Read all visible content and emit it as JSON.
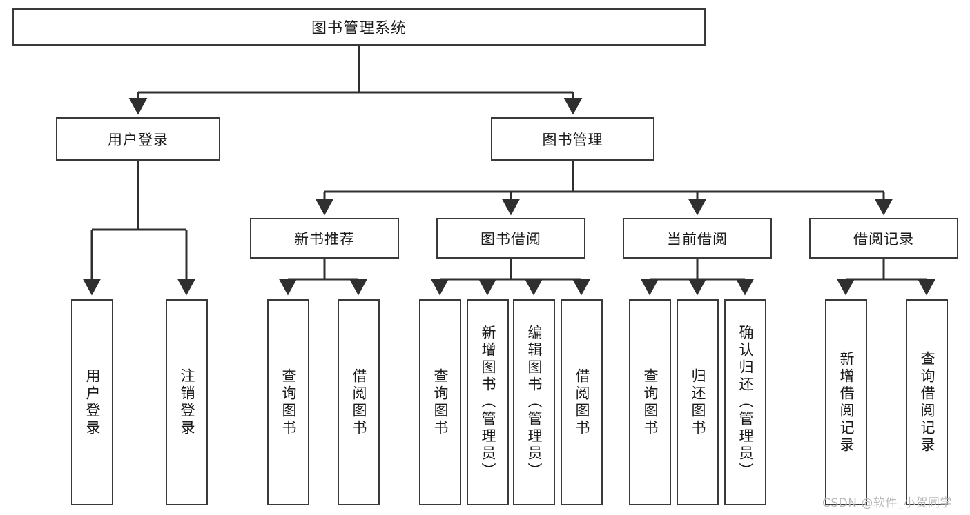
{
  "diagram": {
    "title": "图书管理系统",
    "type": "tree-hierarchy",
    "watermark": "CSDN @软件_小贺同学",
    "accent_color": "#3a3a3a",
    "background_color": "#ffffff",
    "nodes": {
      "root": {
        "label": "图书管理系统"
      },
      "level2": [
        {
          "id": "user-login",
          "label": "用户登录"
        },
        {
          "id": "book-manage",
          "label": "图书管理"
        }
      ],
      "level3": [
        {
          "id": "new-book-rec",
          "label": "新书推荐",
          "parent": "book-manage"
        },
        {
          "id": "book-borrow",
          "label": "图书借阅",
          "parent": "book-manage"
        },
        {
          "id": "current-borrow",
          "label": "当前借阅",
          "parent": "book-manage"
        },
        {
          "id": "borrow-record",
          "label": "借阅记录",
          "parent": "book-manage"
        }
      ],
      "leaves": {
        "user-login": [
          {
            "id": "leaf-user-login",
            "label": "用户登录"
          },
          {
            "id": "leaf-user-logout",
            "label": "注销登录"
          }
        ],
        "new-book-rec": [
          {
            "id": "leaf-query-book-1",
            "label": "查询图书"
          },
          {
            "id": "leaf-borrow-book-1",
            "label": "借阅图书"
          }
        ],
        "book-borrow": [
          {
            "id": "leaf-query-book-2",
            "label": "查询图书"
          },
          {
            "id": "leaf-add-book",
            "label": "新增图书（管理员）"
          },
          {
            "id": "leaf-edit-book",
            "label": "编辑图书（管理员）"
          },
          {
            "id": "leaf-borrow-book-2",
            "label": "借阅图书"
          }
        ],
        "current-borrow": [
          {
            "id": "leaf-query-book-3",
            "label": "查询图书"
          },
          {
            "id": "leaf-return-book",
            "label": "归还图书"
          },
          {
            "id": "leaf-confirm-return",
            "label": "确认归还（管理员）"
          }
        ],
        "borrow-record": [
          {
            "id": "leaf-add-record",
            "label": "新增借阅记录"
          },
          {
            "id": "leaf-query-record",
            "label": "查询借阅记录"
          }
        ]
      }
    }
  }
}
